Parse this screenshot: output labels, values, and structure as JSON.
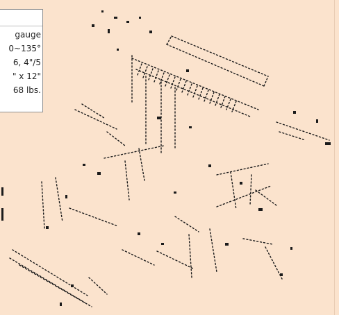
{
  "specs": {
    "rows": [
      "gauge",
      "0~135°",
      "6, 4\"/5",
      "\" x 12\"",
      "68 lbs."
    ]
  },
  "drawing": {
    "icon": "exploded-parts-diagram-icon"
  }
}
